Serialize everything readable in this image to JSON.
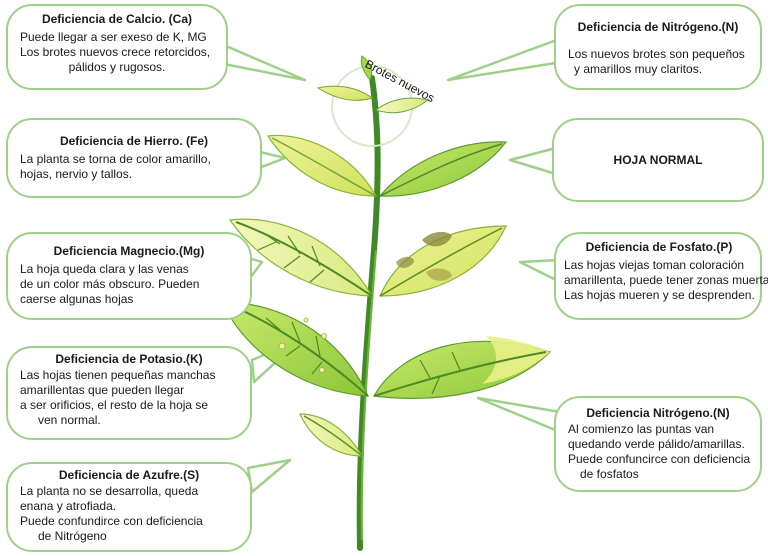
{
  "plant_label": "Brotes nuevos",
  "colors": {
    "border": "#9fd08a",
    "stem": "#3f8a24",
    "leaf_green": "#9ed43c",
    "leaf_yellow": "#e1ee7c",
    "leaf_pale": "#f0f5a6"
  },
  "callouts": {
    "calcio": {
      "title": "Deficiencia de Calcio. (Ca)",
      "lines": [
        "Puede llegar a ser exeso de K, MG",
        "Los brotes nuevos  crece retorcidos,",
        "pálidos y rugosos."
      ]
    },
    "hierro": {
      "title": "Deficiencia de Hierro. (Fe)",
      "lines": [
        "La planta se torna de color amarillo,",
        "hojas, nervio y tallos."
      ]
    },
    "magnesio": {
      "title": "Deficiencia Magnecio.(Mg)",
      "lines": [
        "La hoja queda clara y las venas",
        "de un color más obscuro. Pueden",
        "caerse algunas hojas"
      ]
    },
    "potasio": {
      "title": "Deficiencia de Potasio.(K)",
      "lines": [
        "Las hojas tienen pequeñas manchas",
        "amarillentas que pueden llegar",
        "a ser orificios, el resto de la hoja se",
        "ven normal."
      ]
    },
    "azufre": {
      "title": "Deficiencia de Azufre.(S)",
      "lines": [
        "La planta no se desarrolla, queda",
        "enana y atrofiada.",
        "Puede confundirce con deficiencia",
        "de Nitrógeno"
      ]
    },
    "nitrogeno1": {
      "title": "Deficiencia de Nitrógeno.(N)",
      "lines": [
        "Los nuevos brotes son pequeños",
        "y amarillos muy claritos."
      ]
    },
    "normal": {
      "title": "HOJA NORMAL"
    },
    "fosfato": {
      "title": "Deficiencia de Fosfato.(P)",
      "lines": [
        "Las hojas viejas toman coloración",
        "amarillenta, puede tener zonas muerta.",
        "Las hojas mueren y se desprenden."
      ]
    },
    "nitrogeno2": {
      "title": "Deficiencia Nitrógeno.(N)",
      "lines": [
        "Al comienzo las puntas van",
        "quedando verde pálido/amarillas.",
        "Puede confuncirce con deficiencia",
        "de fosfatos"
      ]
    }
  }
}
